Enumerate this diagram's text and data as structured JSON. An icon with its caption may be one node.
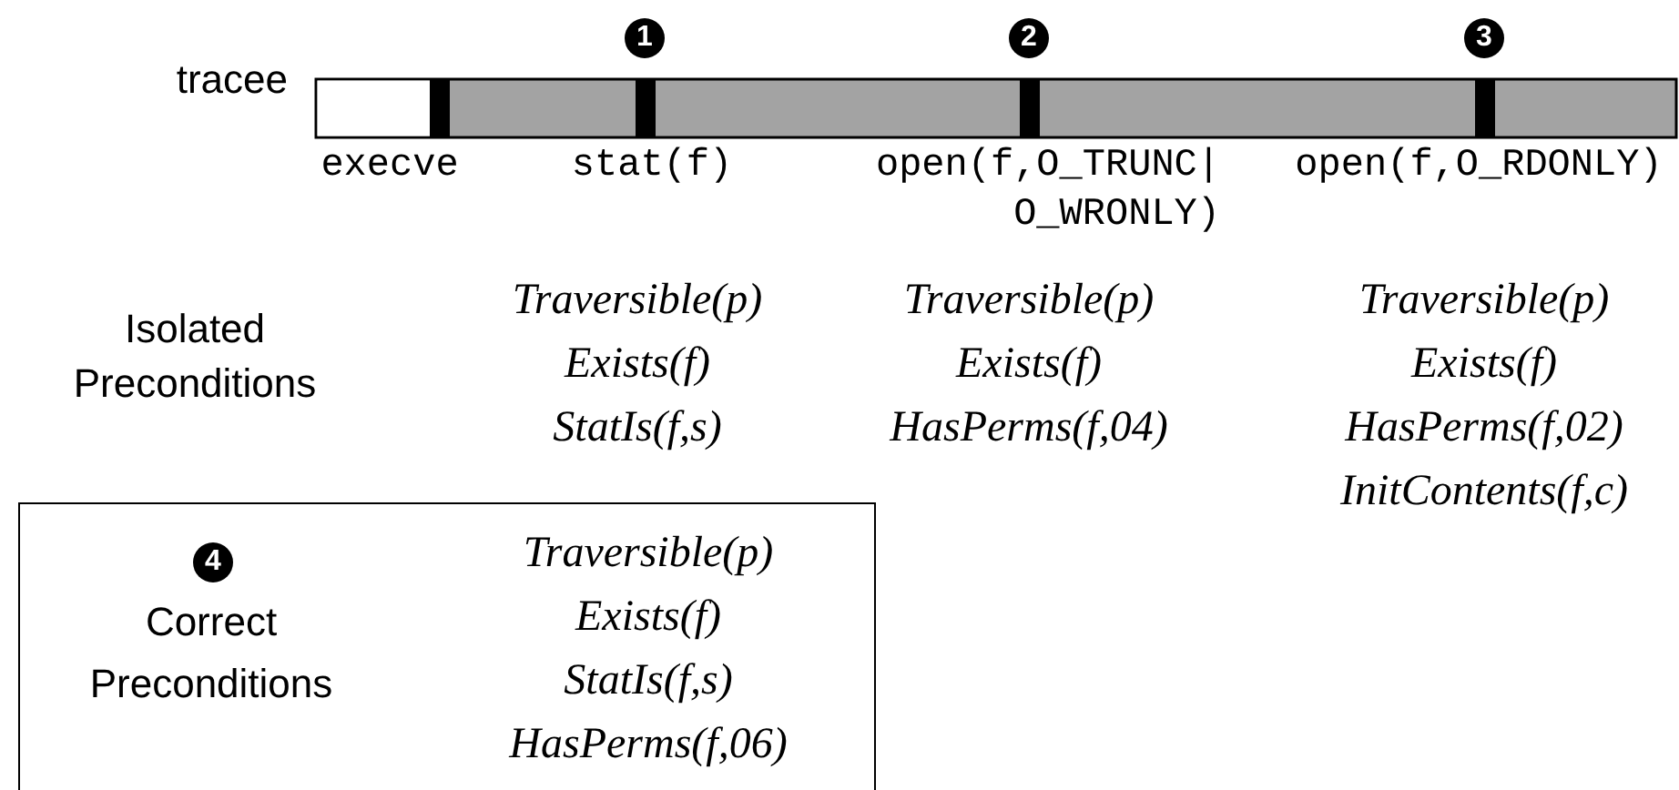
{
  "diagram": {
    "nodes": [
      {
        "text": [
          "4",
          "Correct Preconditions",
          "Traversible(p)",
          "Exists(f)",
          "StatIs(f,s)",
          "HasPerms(f,06)"
        ]
      }
    ],
    "labels": [
      "tracee",
      "1",
      "2",
      "3",
      "execve",
      "stat(f)",
      "open(f,O_TRUNC| O_WRONLY)",
      "open(f,O_RDONLY)",
      "Isolated Preconditions",
      "Traversible(p)",
      "Exists(f)",
      "StatIs(f,s)",
      "Traversible(p)",
      "Exists(f)",
      "HasPerms(f,04)",
      "Traversible(p)",
      "Exists(f)",
      "HasPerms(f,02)",
      "InitContents(f,c)"
    ]
  }
}
